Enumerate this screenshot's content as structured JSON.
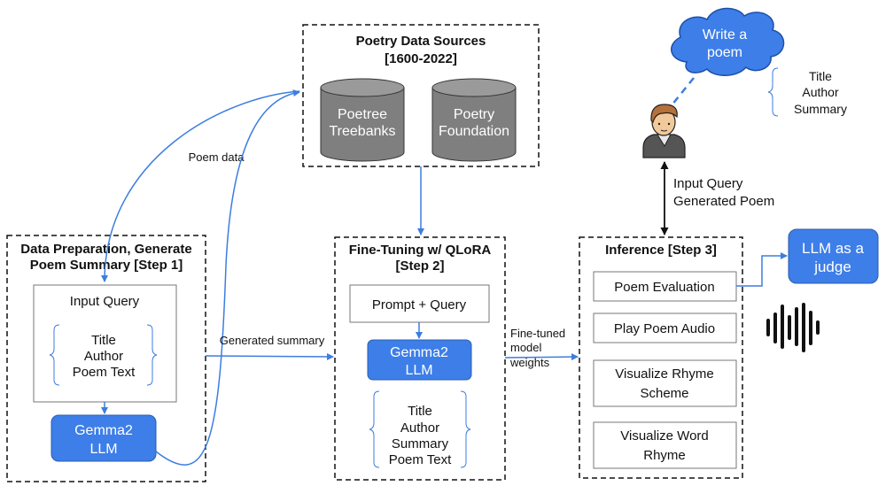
{
  "sources": {
    "title_line1": "Poetry Data Sources",
    "title_line2": "[1600-2022]",
    "db1_line1": "Poetree",
    "db1_line2": "Treebanks",
    "db2_line1": "Poetry",
    "db2_line2": "Foundation"
  },
  "step1": {
    "title_line1": "Data Preparation, Generate",
    "title_line2": "Poem Summary [Step 1]",
    "input_query": "Input Query",
    "fields": [
      "Title",
      "Author",
      "Poem Text"
    ],
    "llm_line1": "Gemma2",
    "llm_line2": "LLM"
  },
  "step2": {
    "title_line1": "Fine-Tuning w/ QLoRA",
    "title_line2": "[Step 2]",
    "prompt": "Prompt + Query",
    "llm_line1": "Gemma2",
    "llm_line2": "LLM",
    "fields": [
      "Title",
      "Author",
      "Summary",
      "Poem Text"
    ]
  },
  "step3": {
    "title": "Inference [Step 3]",
    "items": [
      "Poem Evaluation",
      "Play Poem Audio",
      "Visualize Rhyme|Scheme",
      "Visualize Word|Rhyme"
    ]
  },
  "judge": {
    "line1": "LLM as a",
    "line2": "judge"
  },
  "cloud": {
    "line1": "Write a",
    "line2": "poem"
  },
  "user_fields": [
    "Title",
    "Author",
    "Summary"
  ],
  "edges": {
    "poem_data": "Poem data",
    "generated_summary": "Generated summary",
    "finetuned_line1": "Fine-tuned",
    "finetuned_line2": "model",
    "finetuned_line3": "weights",
    "input_query": "Input Query",
    "generated_poem": "Generated Poem"
  },
  "colors": {
    "accent": "#3d7de0",
    "llm_fill": "#3d7ee8",
    "cloud_fill": "#3d7ee8",
    "ink": "#111111"
  }
}
